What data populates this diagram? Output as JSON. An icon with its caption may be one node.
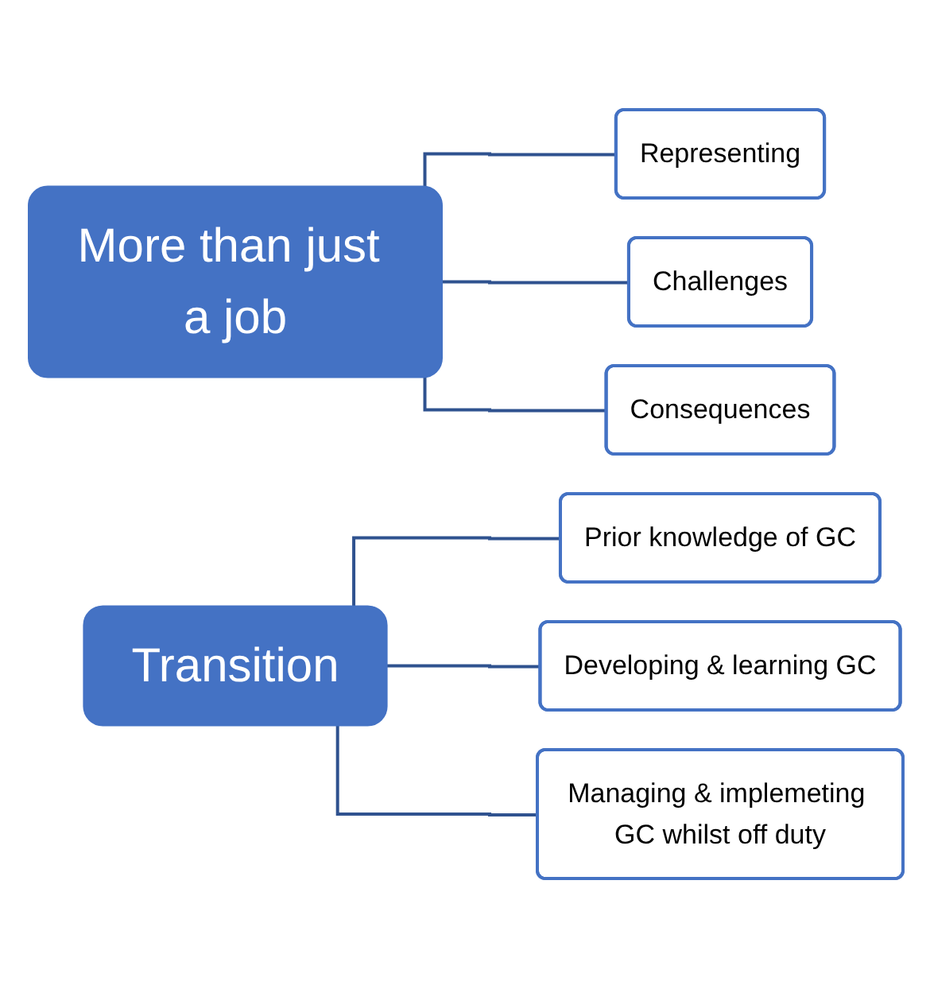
{
  "diagram": {
    "nodes": [
      {
        "text": [
          "More than just a job"
        ]
      },
      {
        "text": [
          "Representing"
        ]
      },
      {
        "text": [
          "Challenges"
        ]
      },
      {
        "text": [
          "Consequences"
        ]
      },
      {
        "text": [
          "Transition"
        ]
      },
      {
        "text": [
          "Prior knowledge of GC"
        ]
      },
      {
        "text": [
          "Developing & learning GC"
        ]
      },
      {
        "text": [
          "Managing & implemeting GC whilst off duty"
        ]
      }
    ],
    "edges": [
      {
        "from": 0,
        "to": 1,
        "arrow": "none"
      },
      {
        "from": 0,
        "to": 2,
        "arrow": "none"
      },
      {
        "from": 0,
        "to": 3,
        "arrow": "none"
      },
      {
        "from": 4,
        "to": 5,
        "arrow": "none"
      },
      {
        "from": 4,
        "to": 6,
        "arrow": "none"
      },
      {
        "from": 4,
        "to": 7,
        "arrow": "none"
      }
    ]
  }
}
